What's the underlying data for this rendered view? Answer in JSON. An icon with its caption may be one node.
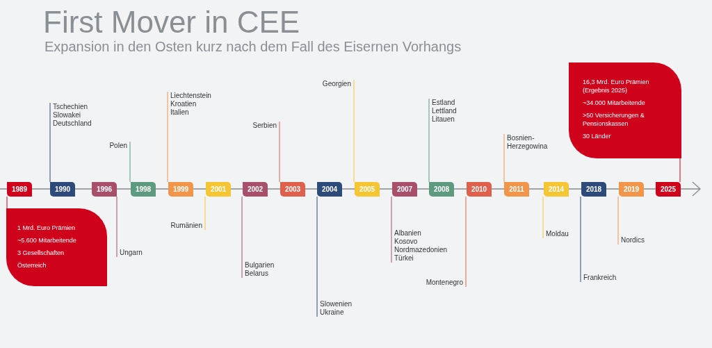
{
  "diagram": {
    "title": "First Mover in CEE",
    "nodes": [
      {
        "text": [
          "1989"
        ]
      },
      {
        "text": [
          "1990"
        ]
      },
      {
        "text": [
          "1996"
        ]
      },
      {
        "text": [
          "1998"
        ]
      },
      {
        "text": [
          "1999"
        ]
      },
      {
        "text": [
          "2001"
        ]
      },
      {
        "text": [
          "2002"
        ]
      },
      {
        "text": [
          "2003"
        ]
      },
      {
        "text": [
          "2004"
        ]
      },
      {
        "text": [
          "2005"
        ]
      },
      {
        "text": [
          "2007"
        ]
      },
      {
        "text": [
          "2008"
        ]
      },
      {
        "text": [
          "2010"
        ]
      },
      {
        "text": [
          "2011"
        ]
      },
      {
        "text": [
          "2014"
        ]
      },
      {
        "text": [
          "2018"
        ]
      },
      {
        "text": [
          "2019"
        ]
      },
      {
        "text": [
          "2025"
        ]
      },
      {
        "text": [
          "1 Mrd. Euro Prämien",
          "~5.600 Mitarbeitende",
          "3 Gesellschaften",
          "Österreich"
        ]
      },
      {
        "text": [
          "Tschechien",
          "Slowakei",
          "Deutschland"
        ]
      },
      {
        "text": [
          "Ungarn"
        ]
      },
      {
        "text": [
          "Polen"
        ]
      },
      {
        "text": [
          "Liechtenstein",
          "Kroatien",
          "Italien"
        ]
      },
      {
        "text": [
          "Rumänien"
        ]
      },
      {
        "text": [
          "Bulgarien",
          "Belarus"
        ]
      },
      {
        "text": [
          "Serbien"
        ]
      },
      {
        "text": [
          "Slowenien",
          "Ukraine"
        ]
      },
      {
        "text": [
          "Georgien"
        ]
      },
      {
        "text": [
          "Albanien",
          "Kosovo",
          "Nordmazedonien",
          "Türkei"
        ]
      },
      {
        "text": [
          "Estland",
          "Lettland",
          "Litauen"
        ]
      },
      {
        "text": [
          "Montenegro"
        ]
      },
      {
        "text": [
          "Bosnien-Herzegowina"
        ]
      },
      {
        "text": [
          "Moldau"
        ]
      },
      {
        "text": [
          "Frankreich"
        ]
      },
      {
        "text": [
          "Nordics"
        ]
      },
      {
        "text": [
          "16,3 Mrd. Euro Prämien (Ergebnis 2025)",
          "~34.000 Mitarbeitende",
          ">50 Versicherungen & Pensionskassen",
          "30 Länder"
        ]
      }
    ],
    "edges": [
      {
        "from": 0,
        "to": 18,
        "arrow": "none",
        "color": "#d0021b"
      },
      {
        "from": 1,
        "to": 19,
        "arrow": "none",
        "color": "#2e4a7a"
      },
      {
        "from": 2,
        "to": 20,
        "arrow": "none",
        "color": "#a8506a"
      },
      {
        "from": 3,
        "to": 21,
        "arrow": "none",
        "color": "#5e9a80"
      },
      {
        "from": 4,
        "to": 22,
        "arrow": "none",
        "color": "#f0954a"
      },
      {
        "from": 5,
        "to": 23,
        "arrow": "none",
        "color": "#f5c533"
      },
      {
        "from": 6,
        "to": 24,
        "arrow": "none",
        "color": "#a8506a"
      },
      {
        "from": 7,
        "to": 25,
        "arrow": "none",
        "color": "#e0604e"
      },
      {
        "from": 8,
        "to": 26,
        "arrow": "none",
        "color": "#2e4a7a"
      },
      {
        "from": 9,
        "to": 27,
        "arrow": "none",
        "color": "#f5c533"
      },
      {
        "from": 10,
        "to": 28,
        "arrow": "none",
        "color": "#a8506a"
      },
      {
        "from": 11,
        "to": 29,
        "arrow": "none",
        "color": "#5e9a80"
      },
      {
        "from": 12,
        "to": 30,
        "arrow": "none",
        "color": "#e0604e"
      },
      {
        "from": 13,
        "to": 31,
        "arrow": "none",
        "color": "#f0954a"
      },
      {
        "from": 14,
        "to": 32,
        "arrow": "none",
        "color": "#f5c533"
      },
      {
        "from": 15,
        "to": 33,
        "arrow": "none",
        "color": "#2e4a7a"
      },
      {
        "from": 16,
        "to": 34,
        "arrow": "none",
        "color": "#f0954a"
      },
      {
        "from": 17,
        "to": 35,
        "arrow": "none",
        "color": "#d0021b"
      }
    ],
    "labels": [
      "Expansion in den Osten kurz nach dem Fall des Eisernen Vorhangs"
    ]
  }
}
